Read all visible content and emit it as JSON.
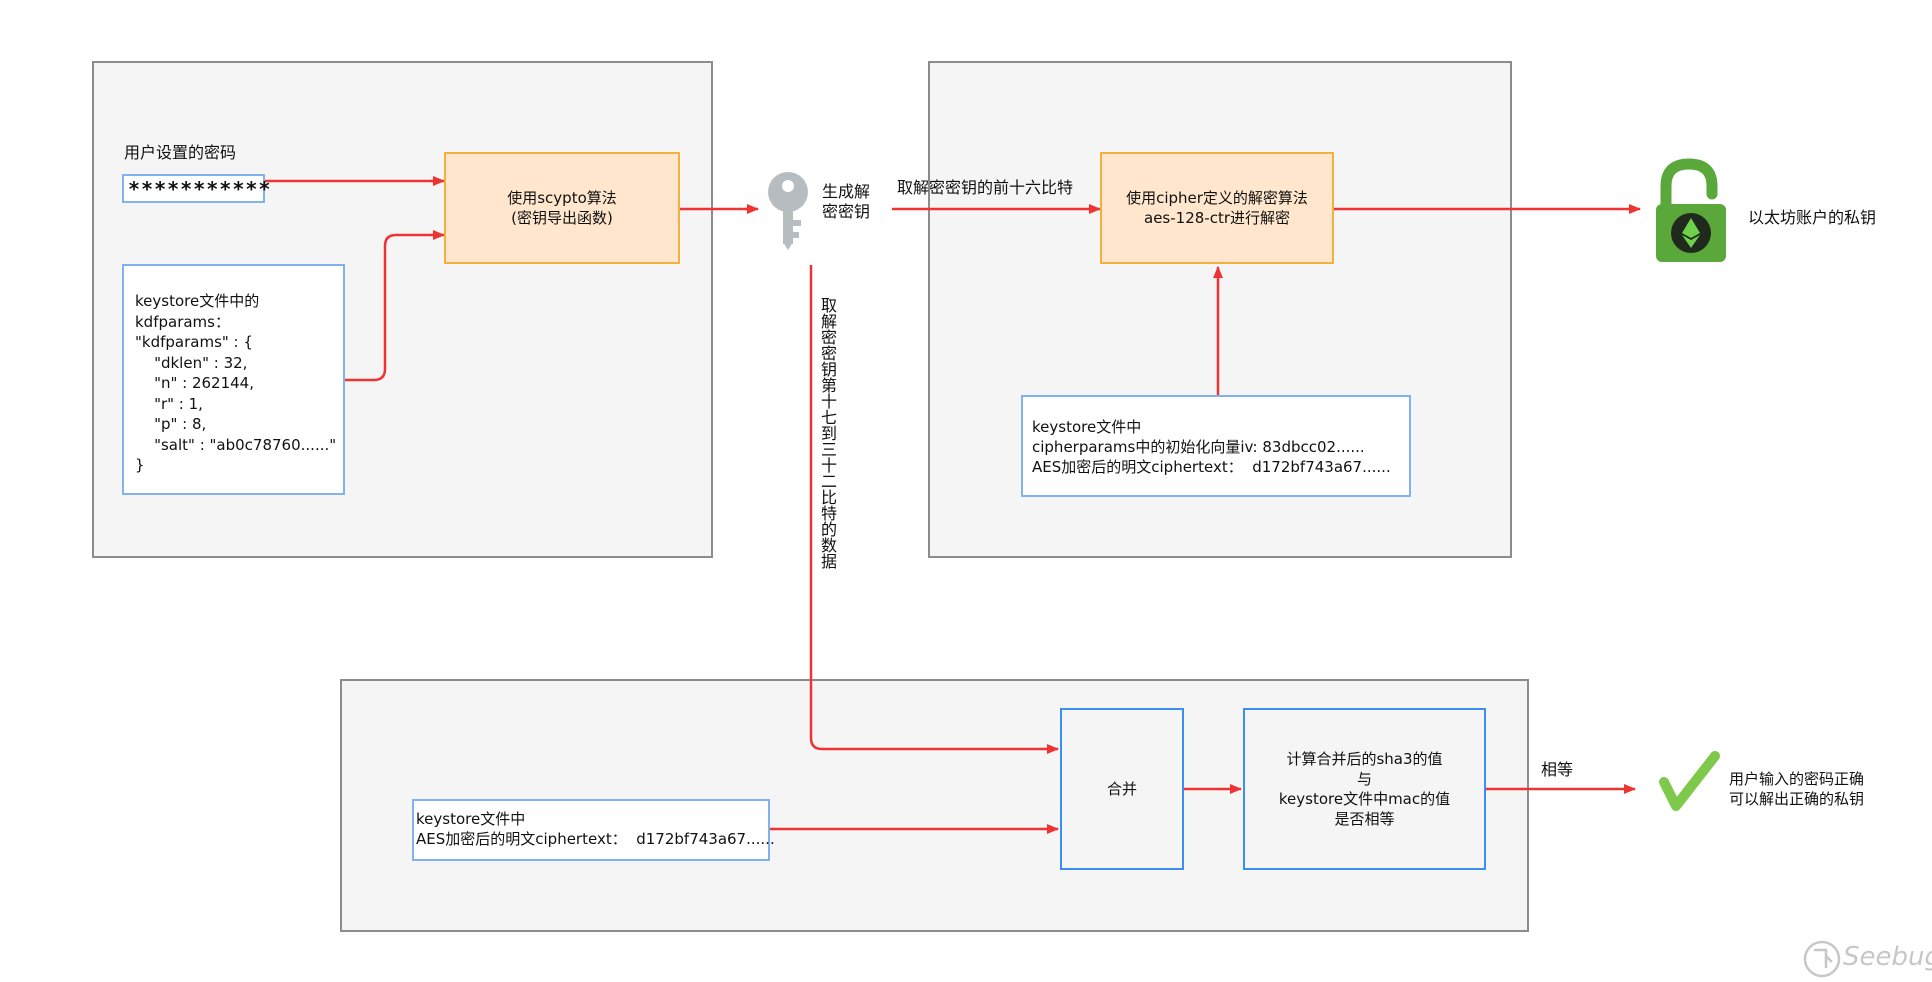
{
  "panels": {
    "kdf": {},
    "decrypt": {},
    "verify": {}
  },
  "password": {
    "label": "用户设置的密码",
    "value": "***********"
  },
  "kdfparams_box": {
    "text": "keystore文件中的\nkdfparams：\n\"kdfparams\" : {\n    \"dklen\" : 32,\n    \"n\" : 262144,\n    \"r\" : 1,\n    \"p\" : 8,\n    \"salt\" : \"ab0c78760......\"\n}"
  },
  "scrypt_box": {
    "text": "使用scypto算法\n(密钥导出函数)"
  },
  "key": {
    "label": "生成解\n密密钥"
  },
  "arrow_labels": {
    "first16": "取解密密钥的前十六比特",
    "last16": "取解密密钥第十七到三十二比特的数据",
    "equal": "相等"
  },
  "cipher_box": {
    "text": "使用cipher定义的解密算法\naes-128-ctr进行解密"
  },
  "cipherparams_box": {
    "text": "keystore文件中\ncipherparams中的初始化向量iv: 83dbcc02......\nAES加密后的明文ciphertext：  d172bf743a67......"
  },
  "private_key": {
    "label": "以太坊账户的私钥"
  },
  "ciphertext_box": {
    "text": "keystore文件中\nAES加密后的明文ciphertext：  d172bf743a67......"
  },
  "merge_box": {
    "text": "合并"
  },
  "sha3_box": {
    "text": "计算合并后的sha3的值\n与\nkeystore文件中mac的值\n是否相等"
  },
  "result": {
    "label": "用户输入的密码正确\n可以解出正确的私钥"
  },
  "watermark": {
    "text": "Seebug"
  },
  "colors": {
    "arrow": "#ee3333",
    "panel_border": "#8c8c8c",
    "blue_border": "#7fb2ef",
    "orange_fill": "#ffe6cc",
    "orange_border": "#f0b23e",
    "lock_green": "#5aa83a",
    "check_green": "#7ec94b"
  }
}
